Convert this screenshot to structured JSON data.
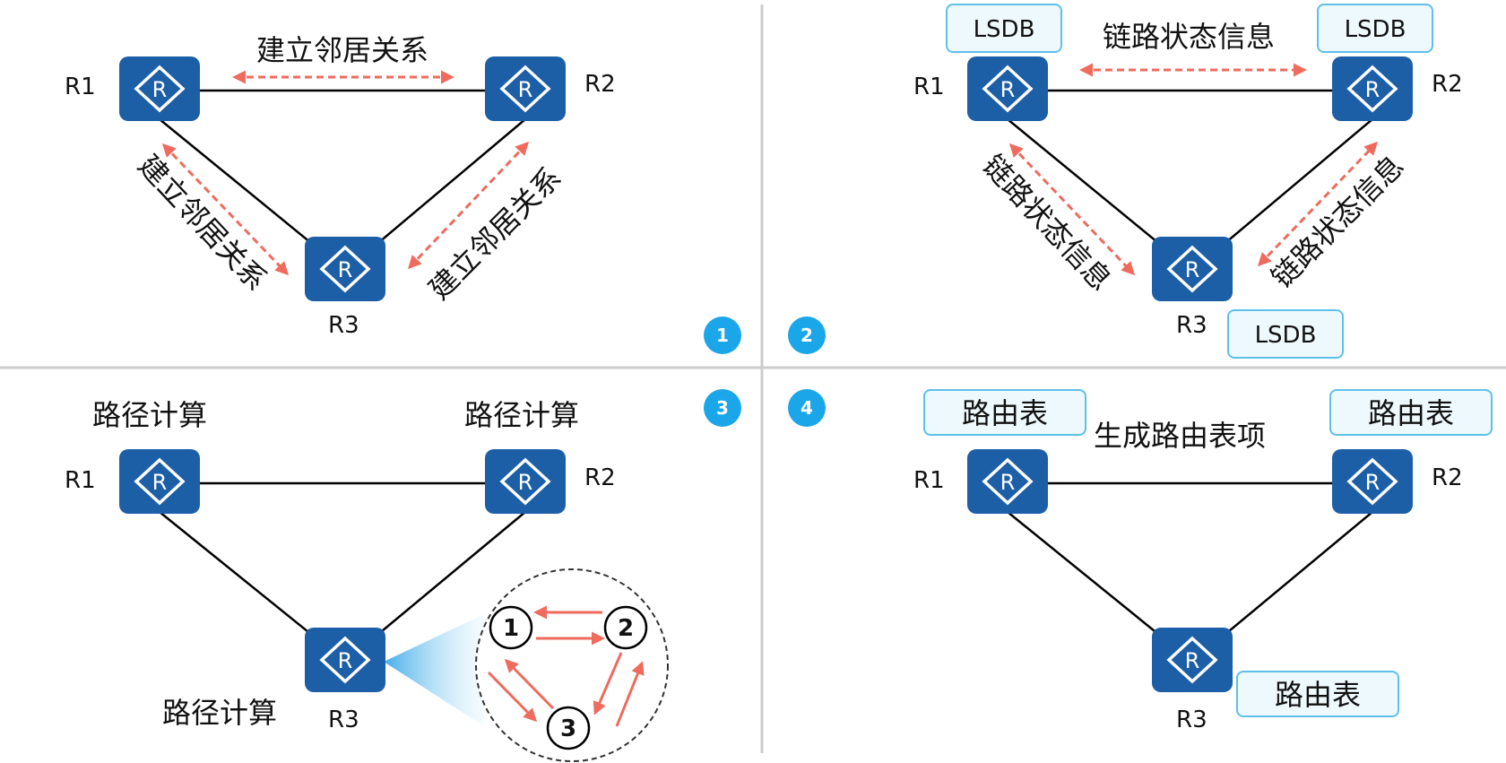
{
  "colors": {
    "router": "#1d5fa6",
    "badge": "#1aa6e8",
    "arrow": "#ee6b5e",
    "box_fill": "#eef9fd",
    "box_stroke": "#5ec0e8",
    "divider": "#cccccc"
  },
  "icon": "router-icon",
  "panel1": {
    "badge": "1",
    "routers": {
      "r1": "R1",
      "r2": "R2",
      "r3": "R3"
    },
    "top_label": "建立邻居关系",
    "left_label": "建立邻居关系",
    "right_label": "建立邻居关系"
  },
  "panel2": {
    "badge": "2",
    "routers": {
      "r1": "R1",
      "r2": "R2",
      "r3": "R3"
    },
    "top_label": "链路状态信息",
    "left_label": "链路状态信息",
    "right_label": "链路状态信息",
    "lsdb_r1": "LSDB",
    "lsdb_r2": "LSDB",
    "lsdb_r3": "LSDB"
  },
  "panel3": {
    "badge": "3",
    "routers": {
      "r1": "R1",
      "r2": "R2",
      "r3": "R3"
    },
    "calc_r1": "路径计算",
    "calc_r2": "路径计算",
    "calc_r3": "路径计算",
    "spf_nodes": [
      "1",
      "2",
      "3"
    ]
  },
  "panel4": {
    "badge": "4",
    "routers": {
      "r1": "R1",
      "r2": "R2",
      "r3": "R3"
    },
    "top_label": "生成路由表项",
    "table_r1": "路由表",
    "table_r2": "路由表",
    "table_r3": "路由表"
  }
}
